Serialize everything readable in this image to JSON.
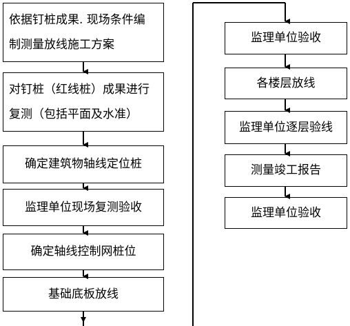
{
  "left_column": {
    "steps": [
      {
        "line1": "依据钉桩成果. 现场条件编",
        "line2": "制测量放线施工方案"
      },
      {
        "line1": "对钉桩（红线桩）成果进行",
        "line2": "复测（包括平面及水准）"
      },
      {
        "text": "确定建筑物轴线定位桩"
      },
      {
        "text": "监理单位现场复测验收"
      },
      {
        "text": "确定轴线控制网桩位"
      },
      {
        "text": "基础底板放线"
      }
    ]
  },
  "right_column": {
    "steps": [
      {
        "text": "监理单位验收"
      },
      {
        "text": "各楼层放线"
      },
      {
        "text": "监理单位逐层验线"
      },
      {
        "text": "测量竣工报告"
      },
      {
        "text": "监理单位验收"
      }
    ]
  }
}
